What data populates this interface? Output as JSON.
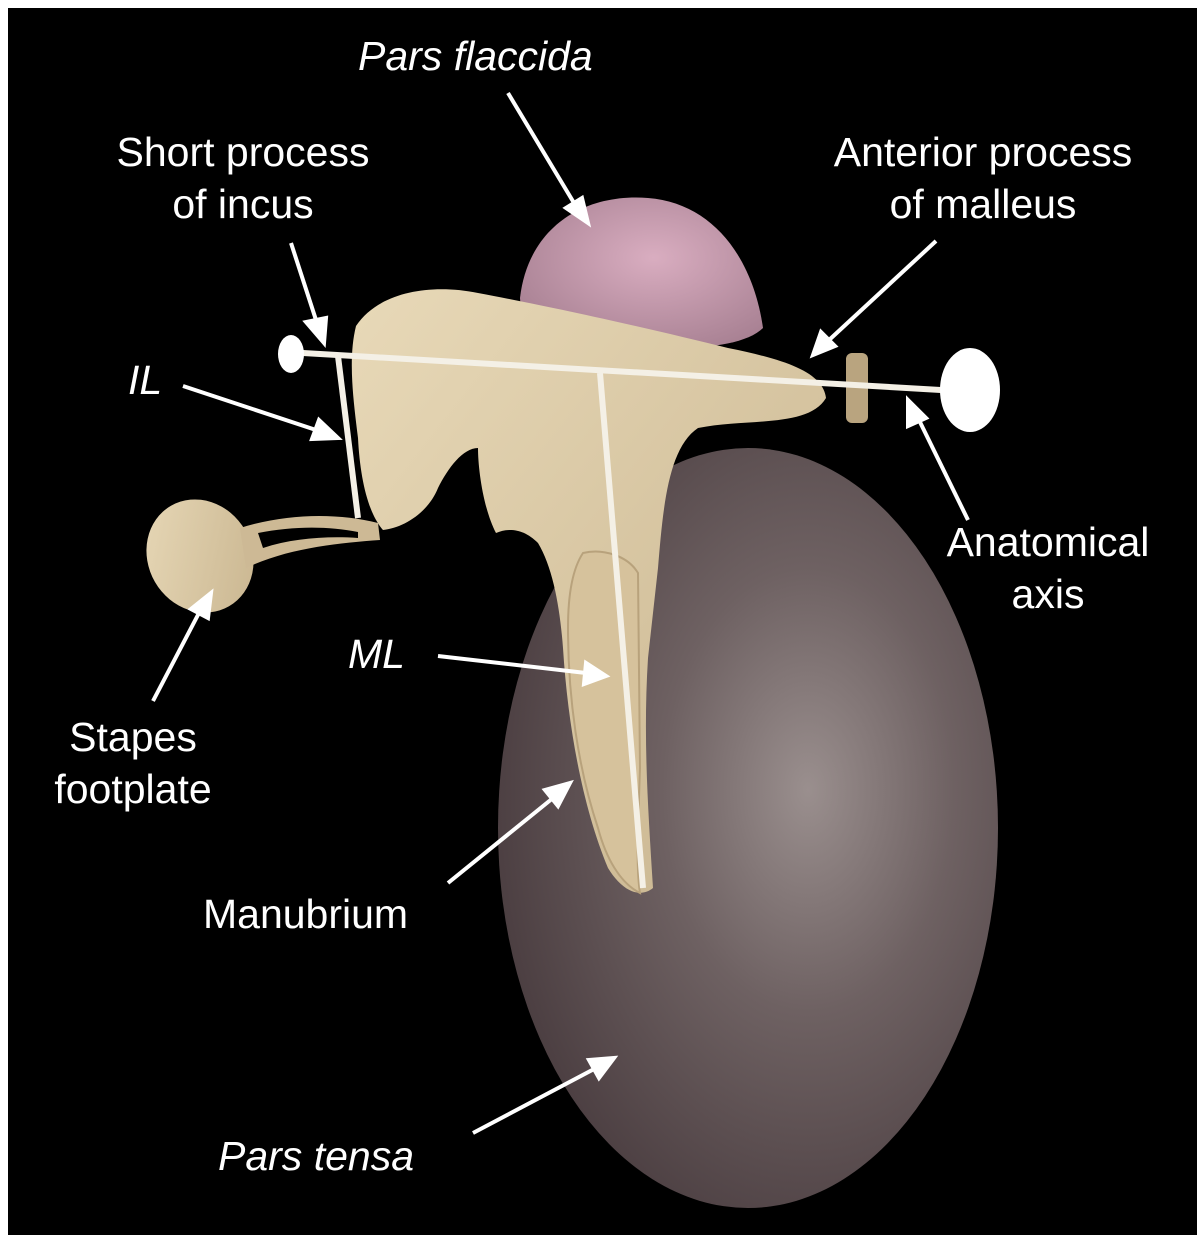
{
  "labels": {
    "pars_flaccida": "Pars flaccida",
    "short_process_line1": "Short process",
    "short_process_line2": "of incus",
    "anterior_process_line1": "Anterior process",
    "anterior_process_line2": "of malleus",
    "il": "IL",
    "anatomical_axis_line1": "Anatomical",
    "anatomical_axis_line2": "axis",
    "ml": "ML",
    "stapes_line1": "Stapes",
    "stapes_line2": "footplate",
    "manubrium": "Manubrium",
    "pars_tensa": "Pars tensa"
  },
  "colors": {
    "background": "#000000",
    "bone": "#d9c7a3",
    "pars_flaccida": "#c79aad",
    "pars_tensa": "#6c5e5f",
    "axis_lines": "#f4f0e6"
  }
}
